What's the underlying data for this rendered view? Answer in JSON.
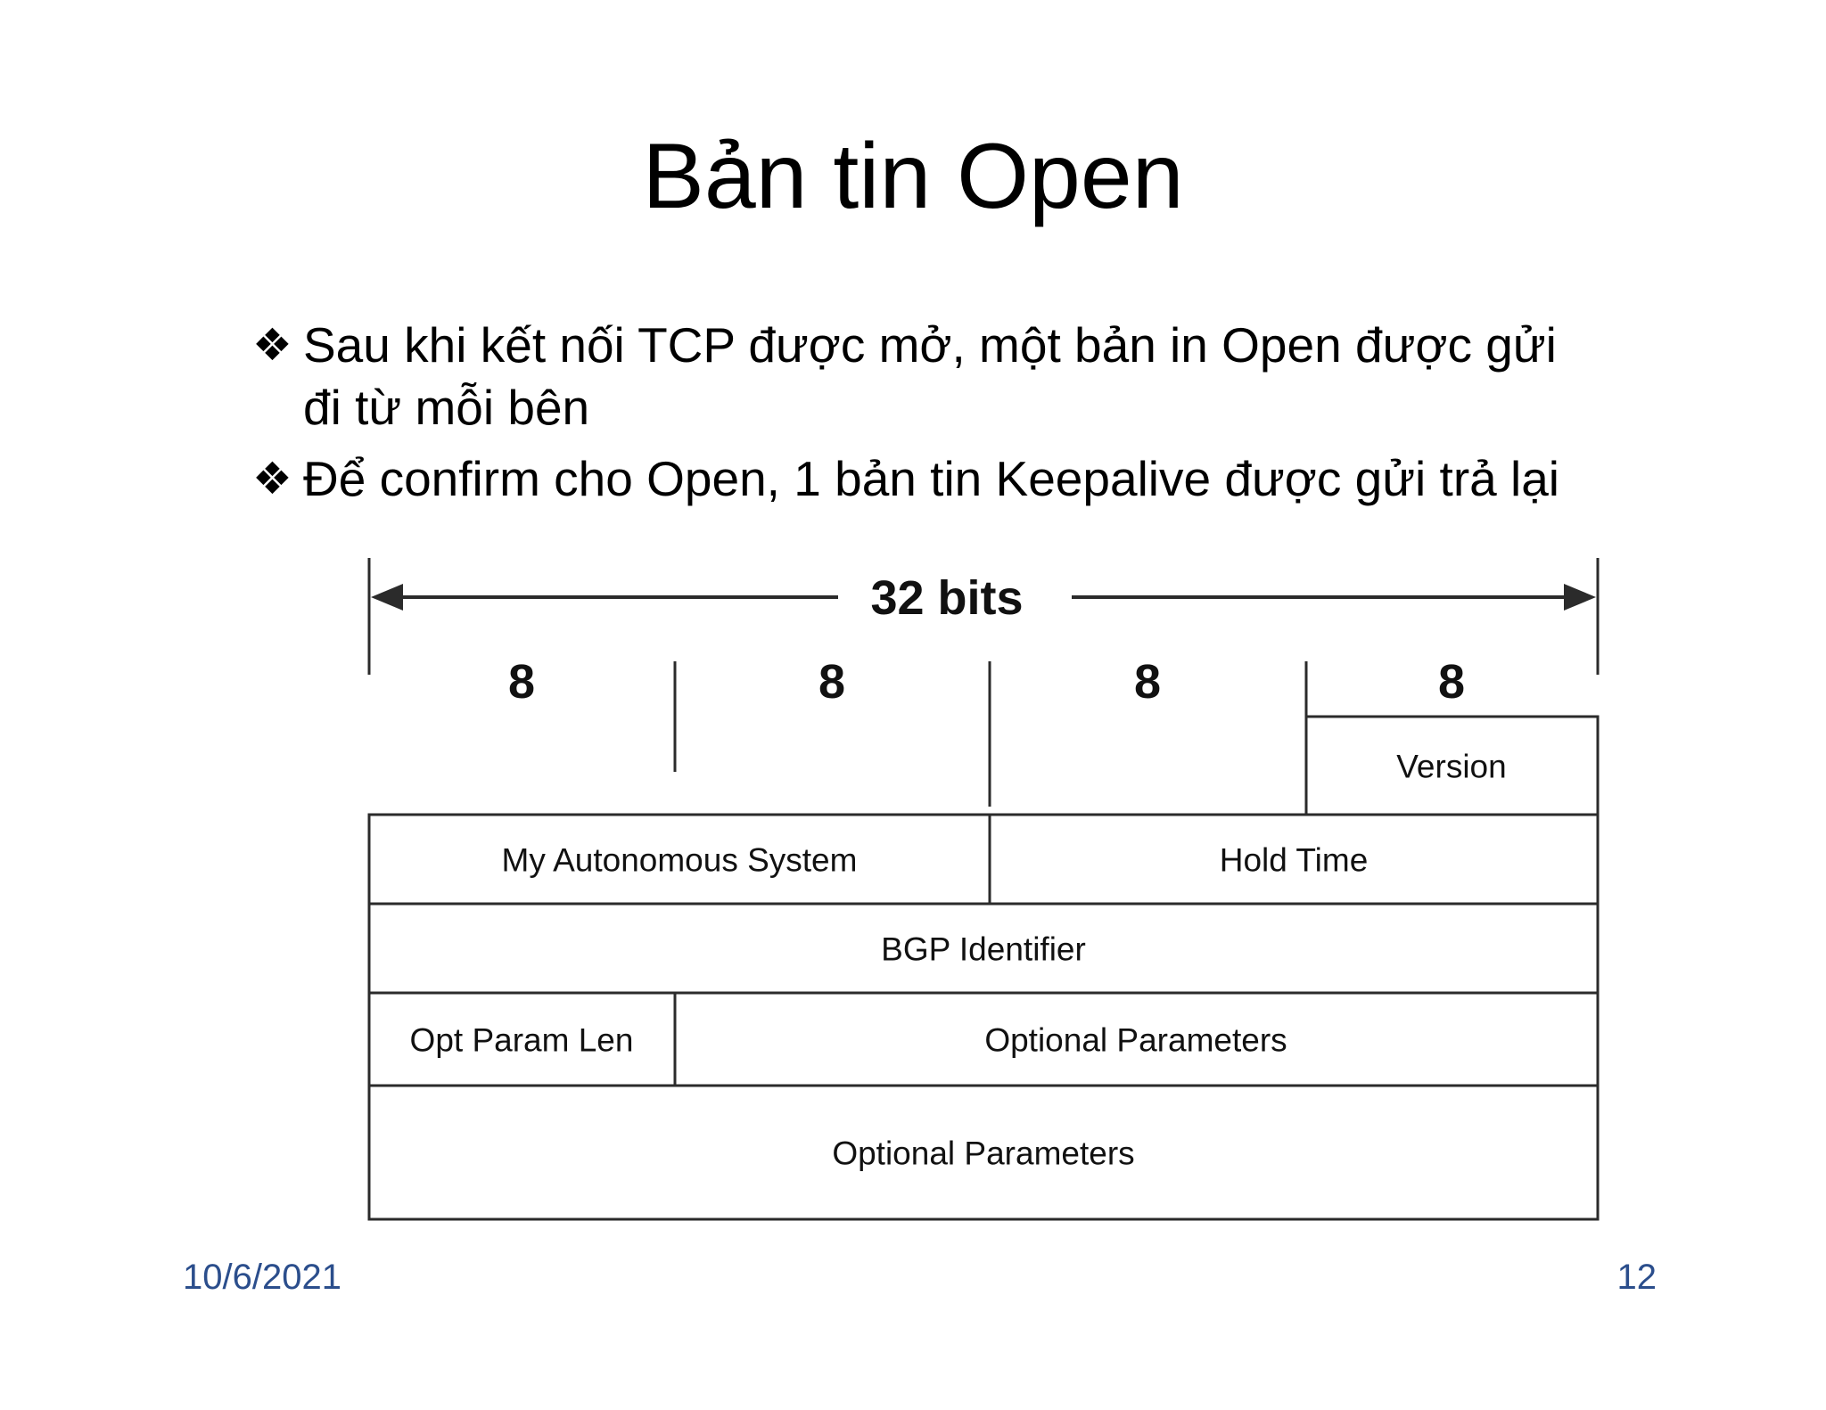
{
  "slide": {
    "title": "Bản tin Open",
    "bullet_marker": "❖",
    "bullets": [
      {
        "lines": [
          "Sau khi kết nối TCP được mở, một bản in Open được gửi",
          "đi từ mỗi bên"
        ]
      },
      {
        "lines": [
          "Để confirm cho Open, 1 bản tin Keepalive được gửi trả lại"
        ]
      }
    ],
    "footer": {
      "date": "10/6/2021",
      "page": "12"
    }
  },
  "diagram": {
    "width_label": "32 bits",
    "column_bit_labels": [
      "8",
      "8",
      "8",
      "8"
    ],
    "fields": {
      "version": "Version",
      "my_autonomous_system": "My Autonomous System",
      "hold_time": "Hold Time",
      "bgp_identifier": "BGP Identifier",
      "opt_param_len": "Opt Param Len",
      "optional_parameters_row4": "Optional Parameters",
      "optional_parameters_row5": "Optional Parameters"
    }
  },
  "colors": {
    "diagram_line": "#2b2b2b",
    "text": "#111111",
    "footer_blue": "#2b4e8c"
  }
}
